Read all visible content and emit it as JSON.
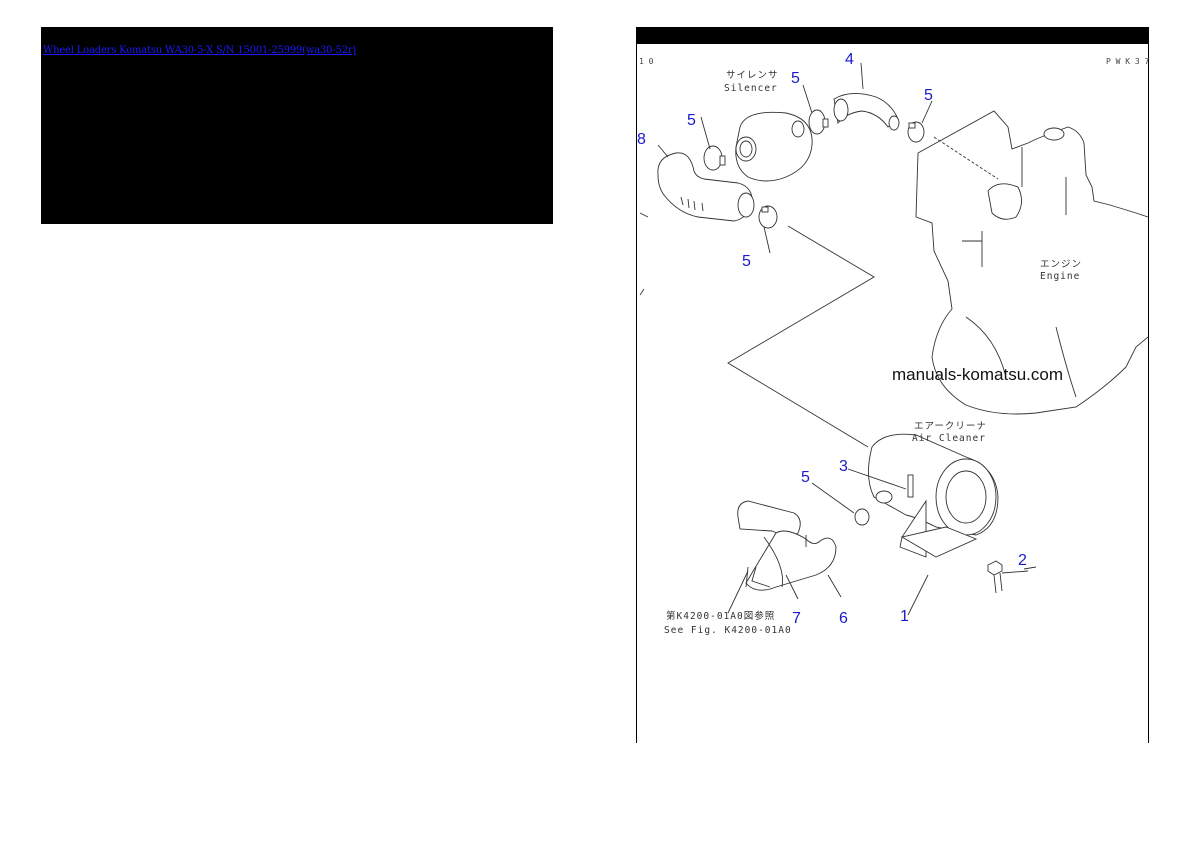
{
  "page": {
    "title_link": "Wheel Loaders Komatsu WA30-5-X S/N 15001-25999(wa30-52r)"
  },
  "diagram": {
    "corner_left": "1 0",
    "corner_right": "P W K 3 7 .",
    "watermark": "manuals-komatsu.com",
    "labels": {
      "silencer_jp": "サイレンサ",
      "silencer_en": "Silencer",
      "engine_jp": "エンジン",
      "engine_en": "Engine",
      "air_cleaner_jp": "エアークリーナ",
      "air_cleaner_en": "Air Cleaner",
      "see_fig_jp": "第K4200-01A0図参照",
      "see_fig_en": "See Fig. K4200-01A0"
    },
    "callouts": [
      {
        "id": "callout-4",
        "text": "4"
      },
      {
        "id": "callout-5-top",
        "text": "5"
      },
      {
        "id": "callout-5-right",
        "text": "5"
      },
      {
        "id": "callout-5-left",
        "text": "5"
      },
      {
        "id": "callout-8",
        "text": "8"
      },
      {
        "id": "callout-5-mid",
        "text": "5"
      },
      {
        "id": "callout-3",
        "text": "3"
      },
      {
        "id": "callout-5-lower",
        "text": "5"
      },
      {
        "id": "callout-2",
        "text": "2"
      },
      {
        "id": "callout-1",
        "text": "1"
      },
      {
        "id": "callout-7",
        "text": "7"
      },
      {
        "id": "callout-6",
        "text": "6"
      }
    ]
  },
  "colors": {
    "link": "#1a1aff",
    "callout": "#1a1acc",
    "banner": "#000000"
  }
}
